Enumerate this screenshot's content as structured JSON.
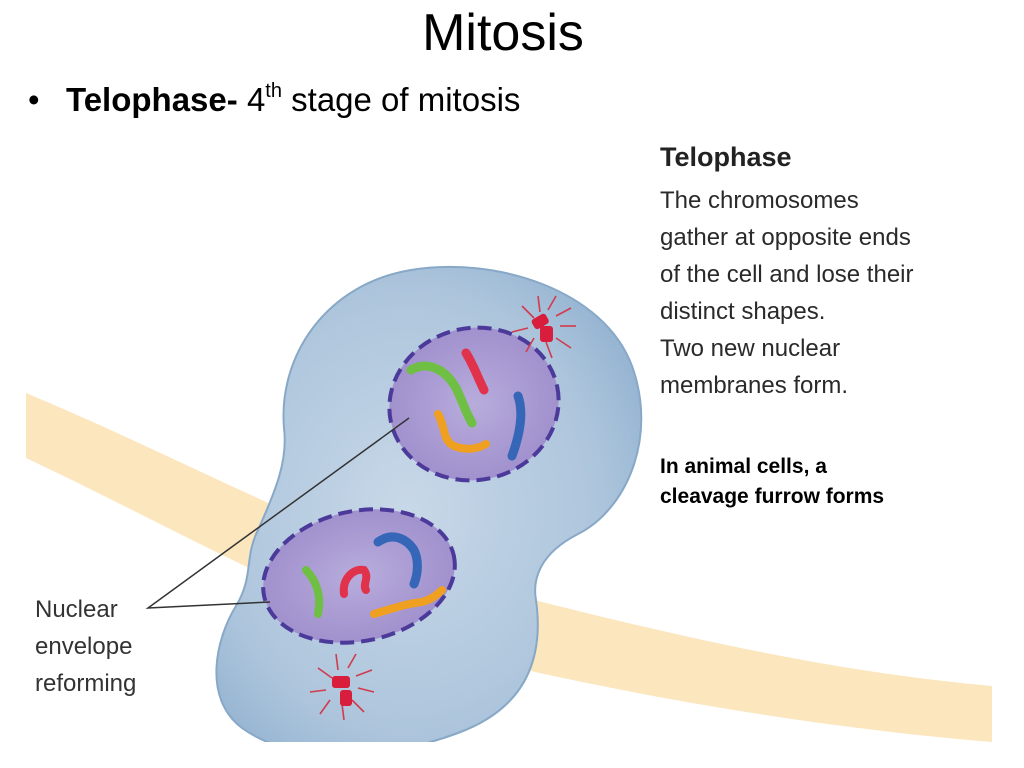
{
  "slide": {
    "title": "Mitosis",
    "bullet": {
      "term": "Telophase-",
      "ordinal_number": "4",
      "ordinal_suffix": "th",
      "rest": " stage of mitosis"
    }
  },
  "figure": {
    "panel_heading": "Telophase",
    "panel_text": "The chromosomes\ngather at opposite ends\nof the cell and lose their\ndistinct shapes.\nTwo new nuclear\nmembranes form.",
    "note": "In animal cells, a\ncleavage furrow forms",
    "callout": "Nuclear\nenvelope\nreforming"
  },
  "colors": {
    "background_band": "#fbe6bd",
    "cell_fill": "#a9c2da",
    "cell_edge": "#8fb0cf",
    "nucleus_fill": "#a99ad2",
    "nucleus_border": "#4b3a9a",
    "chromosome_red": "#e0324a",
    "chromosome_blue": "#3566b8",
    "chromosome_green": "#6fbf45",
    "chromosome_orange": "#f0a020",
    "centrosome": "#d81e3c"
  }
}
